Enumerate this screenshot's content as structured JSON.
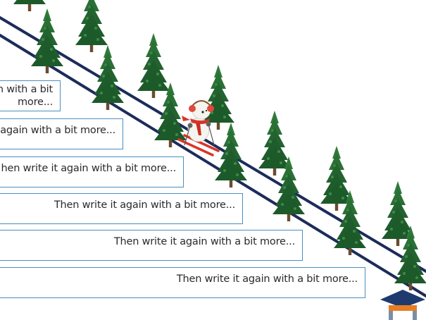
{
  "slide": {
    "colors": {
      "track": "#1c2c5a",
      "box_border": "#4a8fc0",
      "tree_dark": "#1d5a2a",
      "tree_light": "#2f7a3a",
      "trunk": "#6b4a2f",
      "scarf": "#d8352a",
      "cap_blue": "#1f3a6e",
      "cap_orange": "#e67e22",
      "cap_gray": "#7a8fa6"
    },
    "boxes": [
      {
        "line1": "n with a bit",
        "line2": "more..."
      },
      {
        "line1": "again with a bit more..."
      },
      {
        "line1": "hen write it again with a bit more..."
      },
      {
        "line1": "Then write it again with a bit more..."
      },
      {
        "line1": "Then write it again with a bit more..."
      },
      {
        "line1": "Then write it again with a bit more..."
      }
    ]
  }
}
